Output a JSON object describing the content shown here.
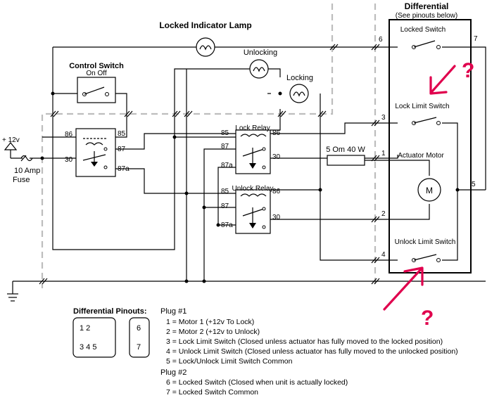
{
  "titles": {
    "differential": "Differential",
    "differential_sub": "(See pinouts below)",
    "locked_lamp": "Locked Indicator Lamp",
    "unlocking_lamp": "Unlocking",
    "locking_lamp": "Locking",
    "control_switch": "Control Switch",
    "on_off": "On   Off",
    "lock_relay": "Lock Relay",
    "unlock_relay": "Unlock Relay"
  },
  "components": {
    "supply": "+ 12v",
    "fuse_rating": "10 Amp",
    "fuse": "Fuse",
    "resistor": "5 Om 40 W",
    "locked_switch": "Locked Switch",
    "lock_limit_switch": "Lock Limit Switch",
    "actuator_motor": "Actuator Motor",
    "motor_symbol": "M",
    "unlock_limit_switch": "Unlock Limit Switch"
  },
  "relay_pins": {
    "p85": "85",
    "p86": "86",
    "p87": "87",
    "p87a": "87a",
    "p30": "30"
  },
  "plug_pins": {
    "p1": "1",
    "p2": "2",
    "p3": "3",
    "p4": "4",
    "p5": "5",
    "p6": "6",
    "p7": "7"
  },
  "annotations": {
    "question": "?"
  },
  "pinouts": {
    "title": "Differential Pinouts:",
    "plug1_box": {
      "row1": "1   2",
      "row2": "3   4   5"
    },
    "plug2_box": {
      "row1": "6",
      "row2": "7"
    },
    "plug1_title": "Plug #1",
    "plug1_lines": [
      "1 = Motor 1 (+12v To Lock)",
      "2 = Motor 2 (+12v to Unlock)",
      "3 = Lock Limit Switch (Closed unless actuator has fully moved to the locked position)",
      "4 = Unlock Limit Switch (Closed unless actuator has fully moved to the unlocked position)",
      "5 = Lock/Unlock Limit Switch Common"
    ],
    "plug2_title": "Plug #2",
    "plug2_lines": [
      "6 = Locked Switch (Closed when unit is actually locked)",
      "7 = Locked Switch Common"
    ]
  },
  "colors": {
    "wire": "#000000",
    "harness_dash": "#bdbdbd",
    "annotation": "#e0004d"
  }
}
